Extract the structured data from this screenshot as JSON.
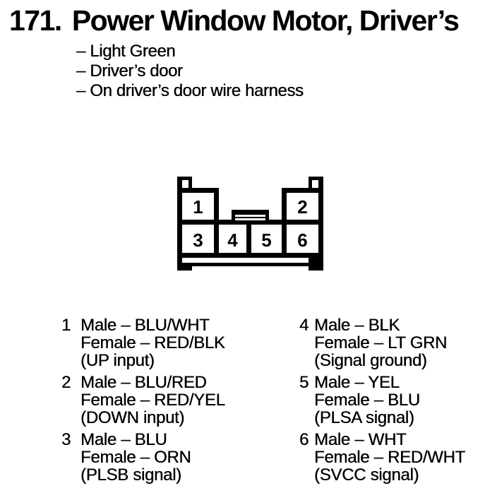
{
  "header": {
    "number": "171.",
    "title": "Power Window Motor, Driver’s"
  },
  "notes": [
    "– Light Green",
    "– Driver’s door",
    "– On driver’s door wire harness"
  ],
  "connector": {
    "cavities": [
      "1",
      "2",
      "3",
      "4",
      "5",
      "6"
    ],
    "latch_icon": "connector-latch"
  },
  "pins": [
    {
      "num": "1",
      "male": "Male – BLU/WHT",
      "female": "Female – RED/BLK",
      "signal": "(UP input)"
    },
    {
      "num": "2",
      "male": "Male – BLU/RED",
      "female": "Female – RED/YEL",
      "signal": "(DOWN input)"
    },
    {
      "num": "3",
      "male": "Male – BLU",
      "female": "Female – ORN",
      "signal": "(PLSB signal)"
    },
    {
      "num": "4",
      "male": "Male – BLK",
      "female": "Female – LT GRN",
      "signal": "(Signal ground)"
    },
    {
      "num": "5",
      "male": "Male – YEL",
      "female": "Female – BLU",
      "signal": "(PLSA signal)"
    },
    {
      "num": "6",
      "male": "Male – WHT",
      "female": "Female – RED/WHT",
      "signal": "(SVCC signal)"
    }
  ],
  "colors": {
    "ink": "#000000",
    "paper": "#ffffff"
  }
}
